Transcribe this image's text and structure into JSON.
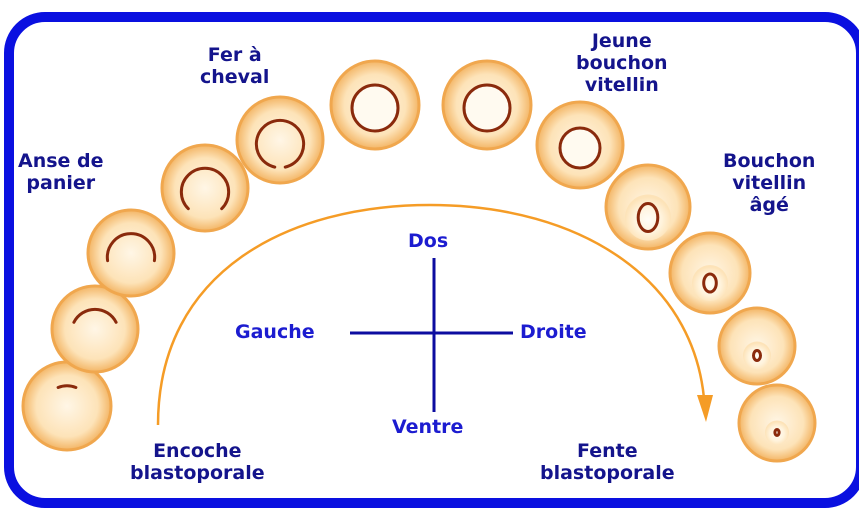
{
  "colors": {
    "frame": "#0a10e0",
    "arrow": "#f59c26",
    "cross": "#0d0da0",
    "egg_rim": "#f0a74e",
    "egg_fill": "#fde9c4",
    "egg_highlight": "#fffaf0",
    "groove": "#8a2a0c"
  },
  "stage_labels": {
    "anse": [
      "Anse de",
      "panier"
    ],
    "fer": [
      "Fer à",
      "cheval"
    ],
    "jeune": [
      "Jeune",
      "bouchon",
      "vitellin"
    ],
    "bouchon_age": [
      "Bouchon",
      "vitellin",
      "âgé"
    ],
    "encoche": [
      "Encoche",
      "blastoporale"
    ],
    "fente": [
      "Fente",
      "blastoporale"
    ]
  },
  "axes": {
    "dos": "Dos",
    "ventre": "Ventre",
    "gauche": "Gauche",
    "droite": "Droite"
  },
  "icons": {
    "progression_arrow": "curved-arrow",
    "orientation_cross": "cross"
  }
}
